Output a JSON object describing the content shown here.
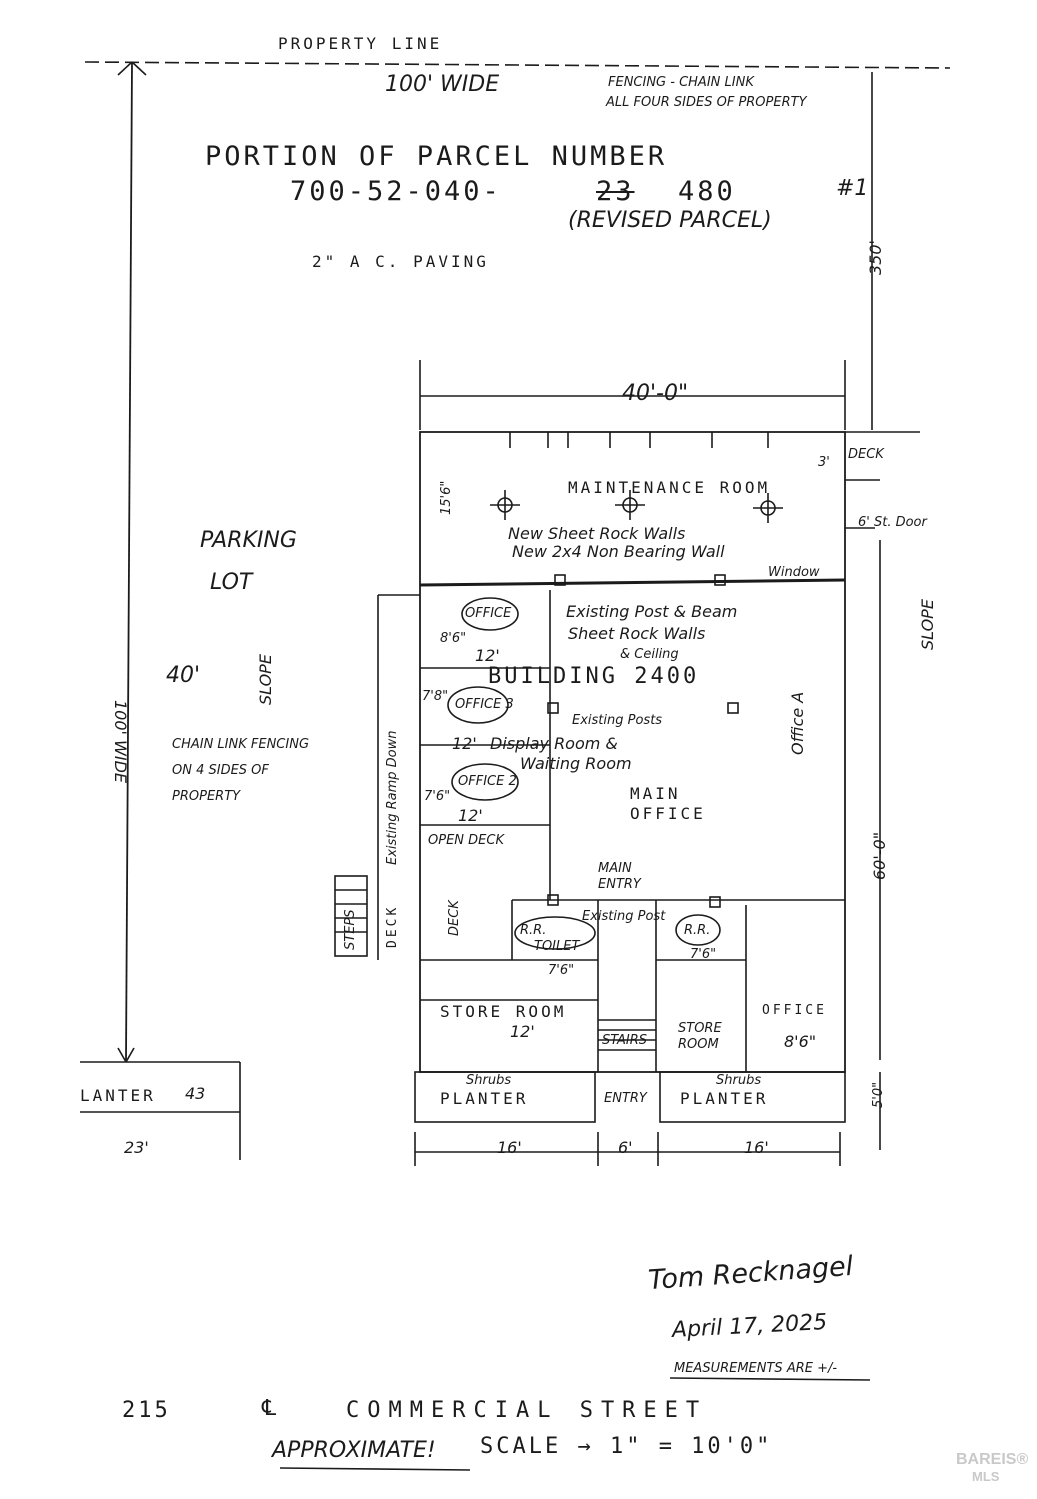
{
  "header": {
    "property_line": "PROPERTY LINE",
    "width_top": "100' WIDE",
    "fencing_1": "FENCING - CHAIN LINK",
    "fencing_2": "ALL FOUR SIDES OF PROPERTY",
    "parcel_1": "PORTION OF PARCEL NUMBER",
    "parcel_2": "700-52-040-",
    "parcel_crossed": "23",
    "parcel_new": "480",
    "parcel_mark": "#1",
    "revised": "(REVISED PARCEL)",
    "paving": "2\" A C. PAVING",
    "depth_right": "350'"
  },
  "site": {
    "parking_1": "PARKING",
    "parking_2": "LOT",
    "slope_left": "SLOPE",
    "lot_40": "40'",
    "width_left": "100' WIDE",
    "chain_1": "CHAIN LINK FENCING",
    "chain_2": "ON 4 SIDES OF",
    "chain_3": "PROPERTY",
    "slope_right": "SLOPE",
    "planter_left": "LANTER",
    "planter_num": "43",
    "dim_23": "23'"
  },
  "building": {
    "width_40": "40'-0\"",
    "maintenance": "MAINTENANCE ROOM",
    "dim_15": "15'6\"",
    "new_walls_1": "New Sheet Rock Walls",
    "new_walls_2": "New 2x4 Non Bearing Wall",
    "window": "Window",
    "deck_small": "DECK",
    "dim_3": "3'",
    "st_door": "6' St. Door",
    "office_1": "OFFICE",
    "dim_86": "8'6\"",
    "dim_12a": "12'",
    "dim_78": "7'8\"",
    "existing_1": "Existing Post & Beam",
    "existing_2": "Sheet Rock Walls",
    "existing_3": "& Ceiling",
    "building": "BUILDING 2400",
    "office_3": "OFFICE 3",
    "existing_posts": "Existing Posts",
    "dim_12b": "12'",
    "display_1": "Display Room &",
    "display_2": "Waiting Room",
    "office_2": "OFFICE 2",
    "dim_76a": "7'6\"",
    "dim_12c": "12'",
    "main_1": "MAIN",
    "main_2": "OFFICE",
    "office_a": "Office A",
    "ramp": "Existing Ramp Down",
    "open_deck": "OPEN DECK",
    "main_entry_1": "MAIN",
    "main_entry_2": "ENTRY",
    "existing_post": "Existing Post",
    "depth_60": "60'-0\"",
    "steps": "STEPS",
    "deck_left": "DECK",
    "deck_mid": "DECK",
    "rr_toilet_1": "R.R.",
    "rr_toilet_2": "TOILET",
    "dim_76b": "7'6\"",
    "rr_right": "R.R.",
    "dim_76c": "7'6\"",
    "store_room": "STORE ROOM",
    "dim_12d": "12'",
    "stairs": "STAIRS",
    "store_room_2a": "STORE",
    "store_room_2b": "ROOM",
    "office_right": "OFFICE",
    "dim_86b": "8'6\"",
    "shrubs_l": "Shrubs",
    "planter_l": "PLANTER",
    "entry": "ENTRY",
    "shrubs_r": "Shrubs",
    "planter_r": "PLANTER",
    "dim_5": "5'0\"",
    "dim_16a": "16'",
    "dim_6": "6'",
    "dim_16b": "16'"
  },
  "footer": {
    "signature": "Tom Recknagel",
    "date": "April 17, 2025",
    "measurements": "MEASUREMENTS ARE +/-",
    "address_num": "215",
    "address_cl": "℄",
    "street": "COMMERCIAL STREET",
    "approx": "APPROXIMATE!",
    "scale": "SCALE → 1\" = 10'0\"",
    "watermark_1": "BAREIS®",
    "watermark_2": "MLS"
  }
}
